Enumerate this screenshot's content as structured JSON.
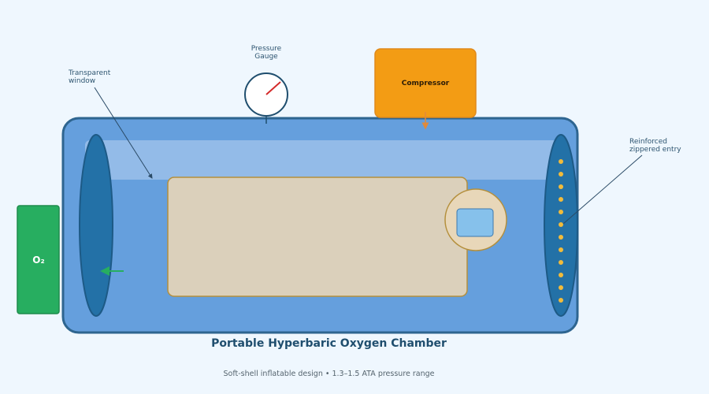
{
  "diagram": {
    "title": "Portable Hyperbaric Oxygen Chamber",
    "subtitle": "Soft-shell inflatable design  •  1.3–1.5 ATA pressure range",
    "labels": {
      "pressure_gauge": [
        "Pressure",
        "Gauge"
      ],
      "transparent_window": [
        "Transparent",
        "window"
      ],
      "zippered_entry": [
        "Reinforced",
        "zippered entry"
      ],
      "compressor": "Compressor",
      "oxygen": "O₂"
    },
    "colors": {
      "background": "#eff7fe",
      "chamber_body": "#659fdd",
      "chamber_border": "#2e6590",
      "window_band": "#93bbe8",
      "end_caps": "#2371a7",
      "mattress": "#dbd0bb",
      "mattress_border": "#b48f3c",
      "pillow": "#e8d7b9",
      "pillow_screen": "#86c1eb",
      "compressor": "#f39c14",
      "compressor_border": "#e08a1c",
      "oxygen_tank": "#27ae60",
      "oxygen_border": "#1e8c4c",
      "zipper_dots": "#f1bb3b",
      "gauge_needle": "#d42a2a"
    },
    "zipper_dot_count": 12
  }
}
